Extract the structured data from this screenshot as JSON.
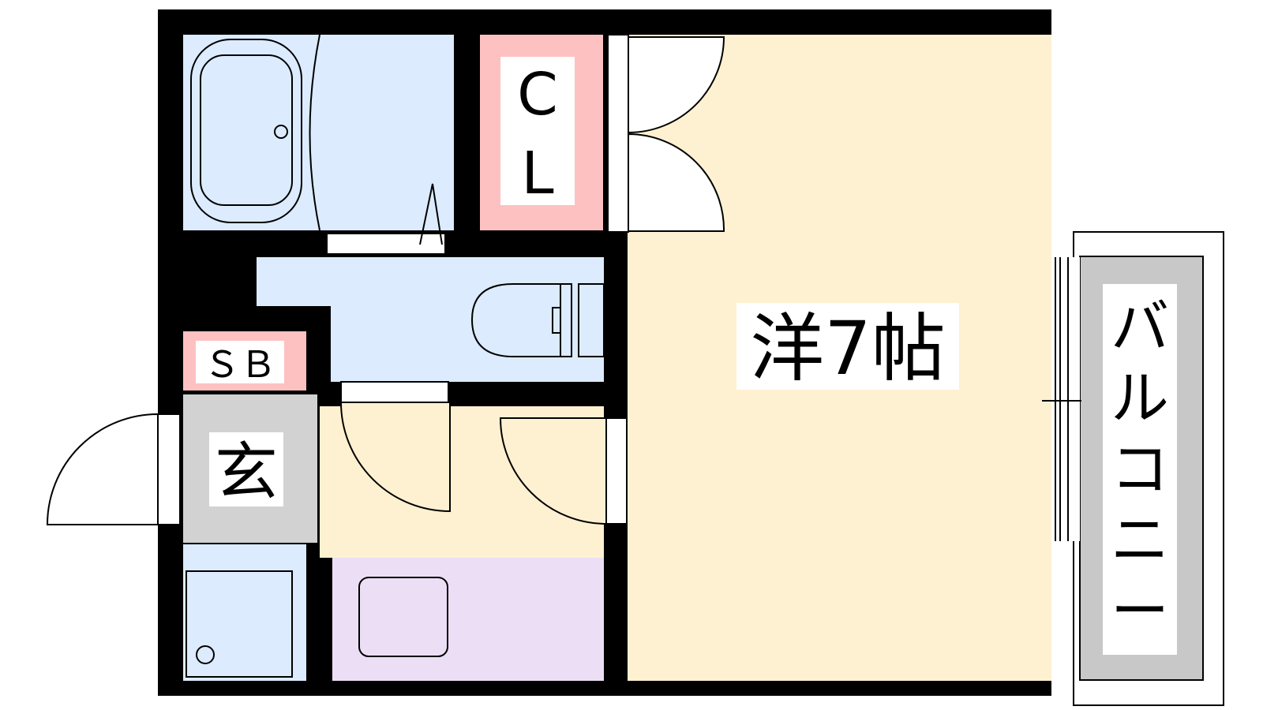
{
  "labels": {
    "closet": [
      "C",
      "L"
    ],
    "western_room": "洋7帖",
    "shoe_box": "ＳＢ",
    "entrance": "玄",
    "balcony": [
      "バ",
      "ル",
      "コ",
      "ニ",
      "ー"
    ]
  },
  "colors": {
    "wall": "#000000",
    "wet_area": "#dcebfd",
    "room_floor": "#fef1d1",
    "closet": "#fdc1c2",
    "entrance": "#d2d2d2",
    "kitchen": "#ecdff5",
    "balcony": "#c8c8c8",
    "label_bg": "#ffffff"
  }
}
